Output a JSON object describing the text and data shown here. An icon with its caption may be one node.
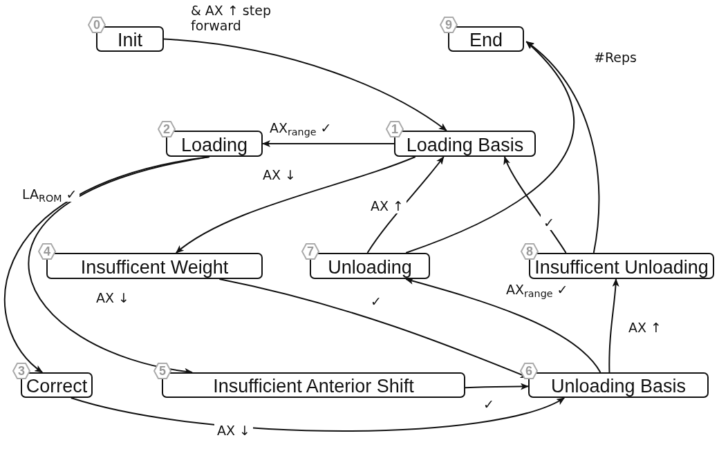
{
  "diagram": {
    "nodes": [
      {
        "text": [
          "0",
          "Init"
        ]
      },
      {
        "text": [
          "1",
          "Loading Basis"
        ]
      },
      {
        "text": [
          "2",
          "Loading"
        ]
      },
      {
        "text": [
          "3",
          "Correct"
        ]
      },
      {
        "text": [
          "4",
          "Insufficent Weight"
        ]
      },
      {
        "text": [
          "5",
          "Insufficient Anterior Shift"
        ]
      },
      {
        "text": [
          "6",
          "Unloading Basis"
        ]
      },
      {
        "text": [
          "7",
          "Unloading"
        ]
      },
      {
        "text": [
          "8",
          "Insufficent Unloading"
        ]
      },
      {
        "text": [
          "9",
          "End"
        ]
      }
    ],
    "edges": [
      {
        "from": 0,
        "to": 1,
        "arrow": "to",
        "label": "& AX ↑ step forward"
      },
      {
        "from": 1,
        "to": 2,
        "arrow": "to",
        "label": "AX$_{range}$ ✓"
      },
      {
        "from": 2,
        "to": 3,
        "arrow": "to",
        "label": "LA$_{ROM}$ ✓"
      },
      {
        "from": 2,
        "to": 5,
        "arrow": "to",
        "label": "AX ↓"
      },
      {
        "from": 1,
        "to": 4,
        "arrow": "to",
        "label": "AX ↓"
      },
      {
        "from": 4,
        "to": 6,
        "arrow": "to",
        "label": "✓"
      },
      {
        "from": 5,
        "to": 6,
        "arrow": "to",
        "label": "✓"
      },
      {
        "from": 3,
        "to": 6,
        "arrow": "to",
        "label": "AX ↓"
      },
      {
        "from": 6,
        "to": 7,
        "arrow": "to",
        "label": "AX$_{range}$ ✓"
      },
      {
        "from": 6,
        "to": 8,
        "arrow": "to",
        "label": "AX ↑"
      },
      {
        "from": 7,
        "to": 1,
        "arrow": "to",
        "label": "AX ↑"
      },
      {
        "from": 8,
        "to": 1,
        "arrow": "to",
        "label": "✓"
      },
      {
        "from": 7,
        "to": 9,
        "arrow": "to"
      },
      {
        "from": 8,
        "to": 9,
        "arrow": "to",
        "label": "#Reps"
      }
    ]
  }
}
